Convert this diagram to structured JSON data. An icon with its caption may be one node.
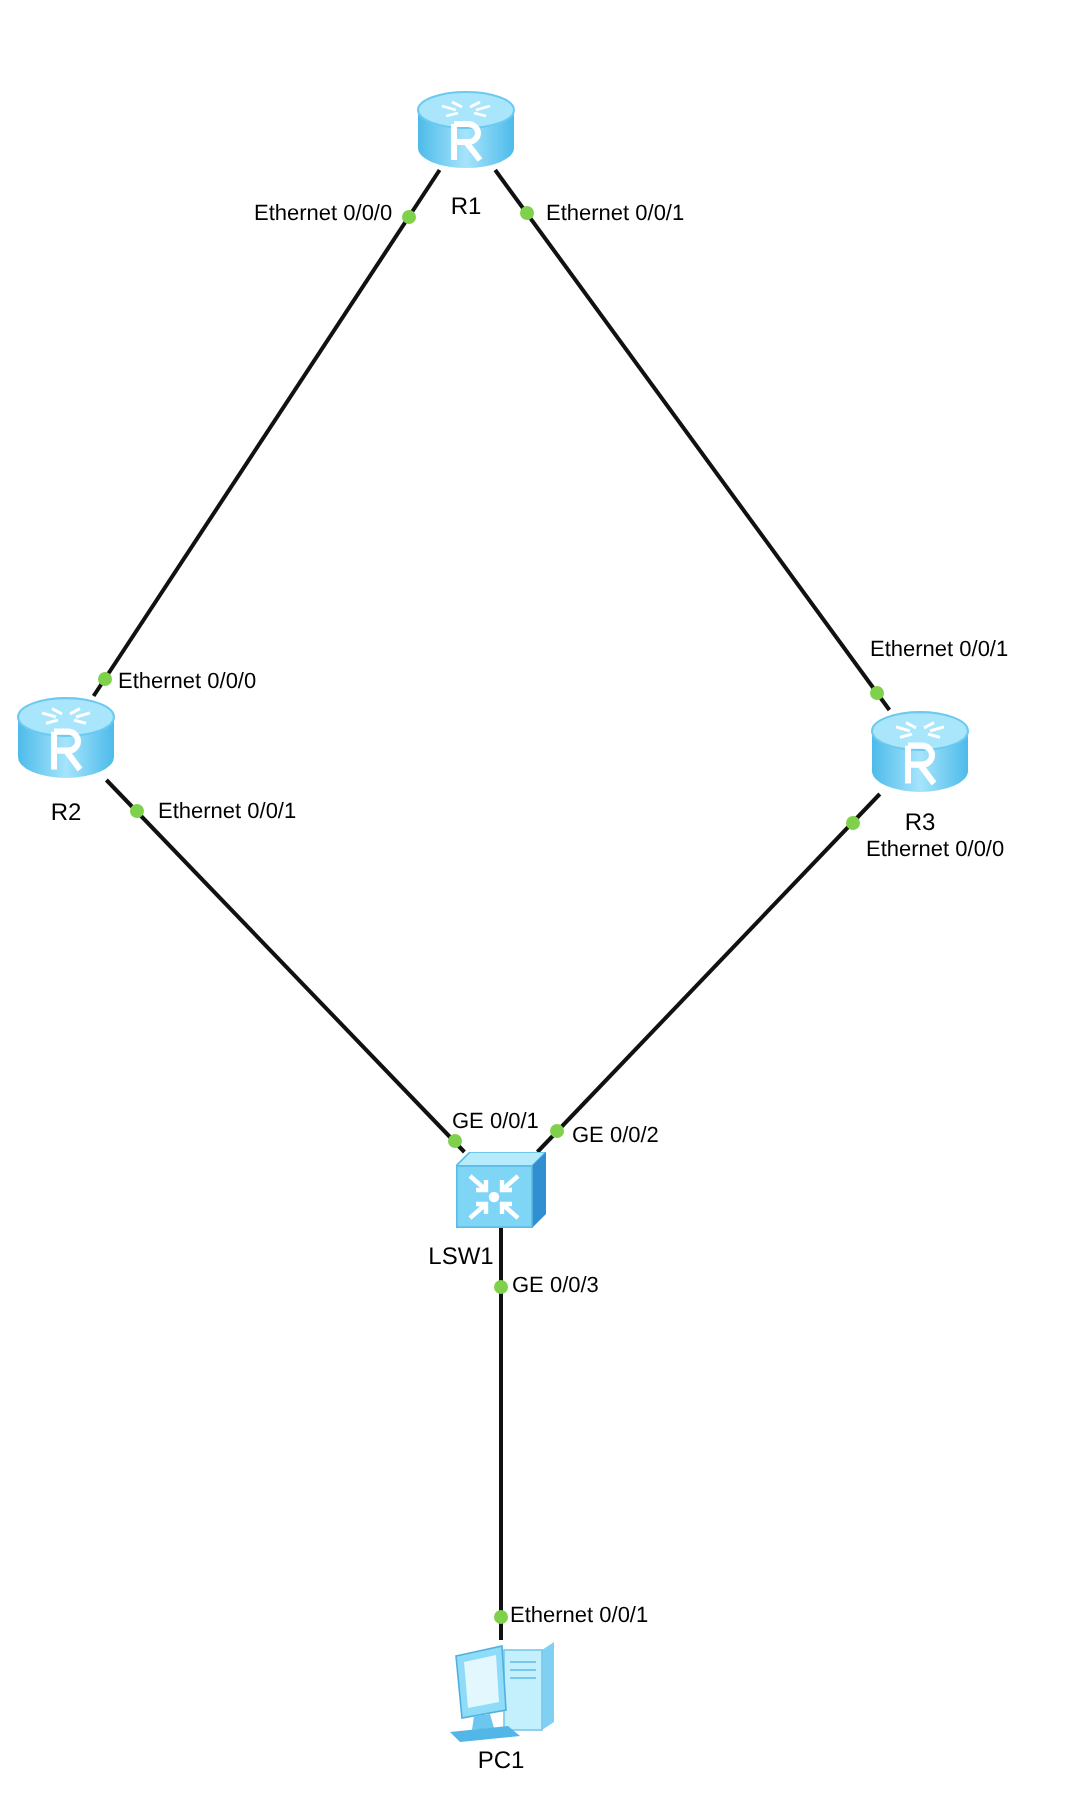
{
  "diagram": {
    "nodes": [
      {
        "text": [
          "R1"
        ],
        "beside": [
          "Ethernet 0/0/0",
          "Ethernet 0/0/1"
        ]
      },
      {
        "text": [
          "R2"
        ],
        "beside": [
          "Ethernet 0/0/0",
          "Ethernet 0/0/1"
        ]
      },
      {
        "text": [
          "R3"
        ],
        "beside": [
          "Ethernet 0/0/1",
          "Ethernet 0/0/0"
        ]
      },
      {
        "text": [
          "LSW1"
        ],
        "beside": [
          "GE 0/0/1",
          "GE 0/0/2",
          "GE 0/0/3"
        ]
      },
      {
        "text": [
          "PC1"
        ],
        "beside": [
          "Ethernet 0/0/1"
        ]
      }
    ],
    "edges": [
      {
        "from": 0,
        "to": 1,
        "arrow": "none"
      },
      {
        "from": 0,
        "to": 2,
        "arrow": "none"
      },
      {
        "from": 1,
        "to": 3,
        "arrow": "none"
      },
      {
        "from": 2,
        "to": 3,
        "arrow": "none"
      },
      {
        "from": 3,
        "to": 4,
        "arrow": "none"
      }
    ]
  }
}
